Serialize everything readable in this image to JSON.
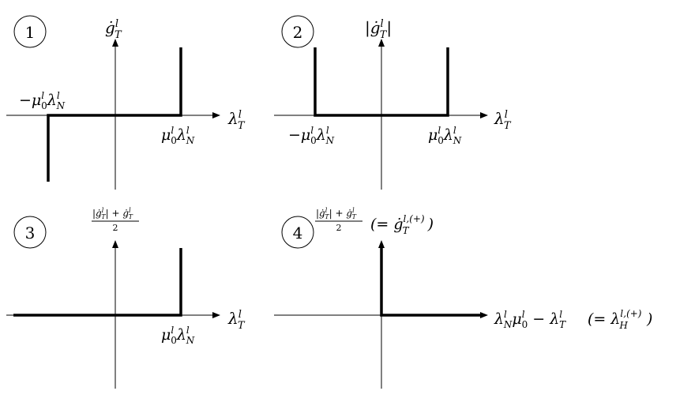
{
  "panels": [
    {
      "number": "1",
      "y_label": "ġ",
      "y_label_sup": "l",
      "y_label_sub": "T",
      "x_label": "λ",
      "x_label_sup": "l",
      "x_label_sub": "T",
      "neg_tick": "−μ",
      "pos_tick": "μ"
    },
    {
      "number": "2",
      "y_label": "|ġ",
      "y_label_sup": "l",
      "y_label_sub": "T",
      "y_label_close": "|",
      "x_label": "λ",
      "x_label_sup": "l",
      "x_label_sub": "T",
      "neg_tick": "−μ",
      "pos_tick": "μ"
    },
    {
      "number": "3",
      "x_label": "λ",
      "x_label_sup": "l",
      "x_label_sub": "T",
      "pos_tick": "μ"
    },
    {
      "number": "4",
      "eq_left": "(= ġ",
      "eq_sup": "l,(+)",
      "eq_sub": "T",
      "eq_close": ")",
      "x_label_eq": "(= λ",
      "x_label_eq_sup": "l,(+)",
      "x_label_eq_sub": "H",
      "x_label_eq_close": ")"
    }
  ],
  "frac": {
    "num_a": "|ġ",
    "num_b": "| + ġ",
    "den": "2"
  },
  "tick_symbols": {
    "mu": "μ",
    "mu_sup": "l",
    "mu_sub": "0",
    "lambda": "λ",
    "lambda_sup": "l",
    "lambda_sub": "N",
    "minus": "−"
  },
  "p4_xlabel": {
    "lambda": "λ",
    "sup": "l",
    "sub_N": "N",
    "mu": "μ",
    "mu_sup": "l",
    "mu_sub": "0",
    "minus": " − λ",
    "sub_T": "T"
  }
}
